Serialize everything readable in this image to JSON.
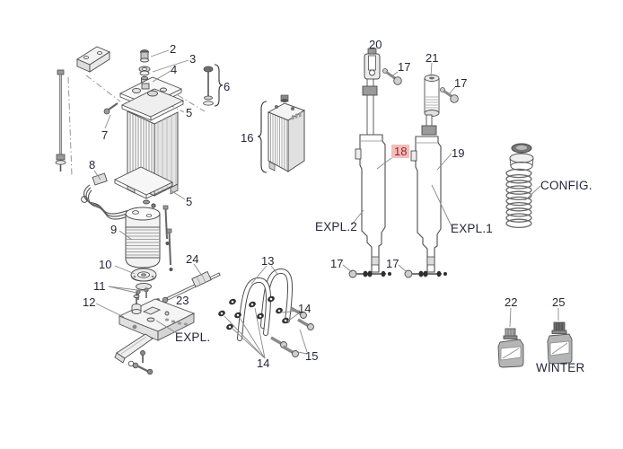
{
  "diagram": {
    "type": "exploded-parts-diagram",
    "background": "#ffffff",
    "label_color": "#26263a",
    "line_art_color": "#4d4d4d",
    "callouts": {
      "c2": "2",
      "c3": "3",
      "c4": "4",
      "c5a": "5",
      "c5b": "5",
      "c6": "6",
      "c7": "7",
      "c8": "8",
      "c9": "9",
      "c10": "10",
      "c11": "11",
      "c12": "12",
      "c13": "13",
      "c14a": "14",
      "c14b": "14",
      "c15": "15",
      "c16": "16",
      "c17a": "17",
      "c17b": "17",
      "c17c": "17",
      "c17d": "17",
      "c18": "18",
      "c19": "19",
      "c20": "20",
      "c21": "21",
      "c22": "22",
      "c23": "23",
      "c24": "24",
      "c25": "25"
    },
    "refs": {
      "expl": "EXPL.",
      "expl1": "EXPL.1",
      "expl2": "EXPL.2",
      "config": "CONFIG.",
      "winter": "WINTER"
    },
    "highlight": {
      "part": "18",
      "background": "#f5bcba",
      "text_color": "#8c2b24"
    }
  }
}
